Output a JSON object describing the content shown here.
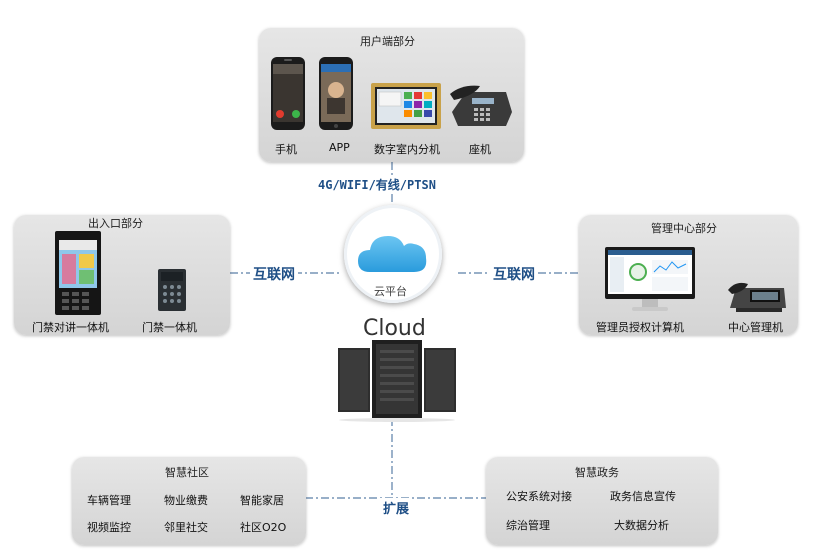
{
  "user_section": {
    "title": "用户端部分",
    "devices": [
      "手机",
      "APP",
      "数字室内分机",
      "座机"
    ]
  },
  "connection_top": "4G/WIFI/有线/PTSN",
  "entrance_section": {
    "title": "出入口部分",
    "devices": [
      "门禁对讲一体机",
      "门禁一体机"
    ]
  },
  "management_section": {
    "title": "管理中心部分",
    "devices": [
      "管理员授权计算机",
      "中心管理机"
    ]
  },
  "connection_left": "互联网",
  "connection_right": "互联网",
  "cloud": {
    "label": "云平台",
    "caption": "Cloud"
  },
  "connection_bottom": "扩展",
  "smart_community": {
    "title": "智慧社区",
    "items": [
      "车辆管理",
      "物业缴费",
      "智能家居",
      "视频监控",
      "邻里社交",
      "社区O2O"
    ]
  },
  "smart_government": {
    "title": "智慧政务",
    "items": [
      "公安系统对接",
      "政务信息宣传",
      "综治管理",
      "大数据分析"
    ]
  },
  "colors": {
    "link_line": "#5b7fa8",
    "link_text": "#1f4f86",
    "cloud_blue": "#3fa9e6",
    "panel_gray": "#dcdcdc"
  }
}
